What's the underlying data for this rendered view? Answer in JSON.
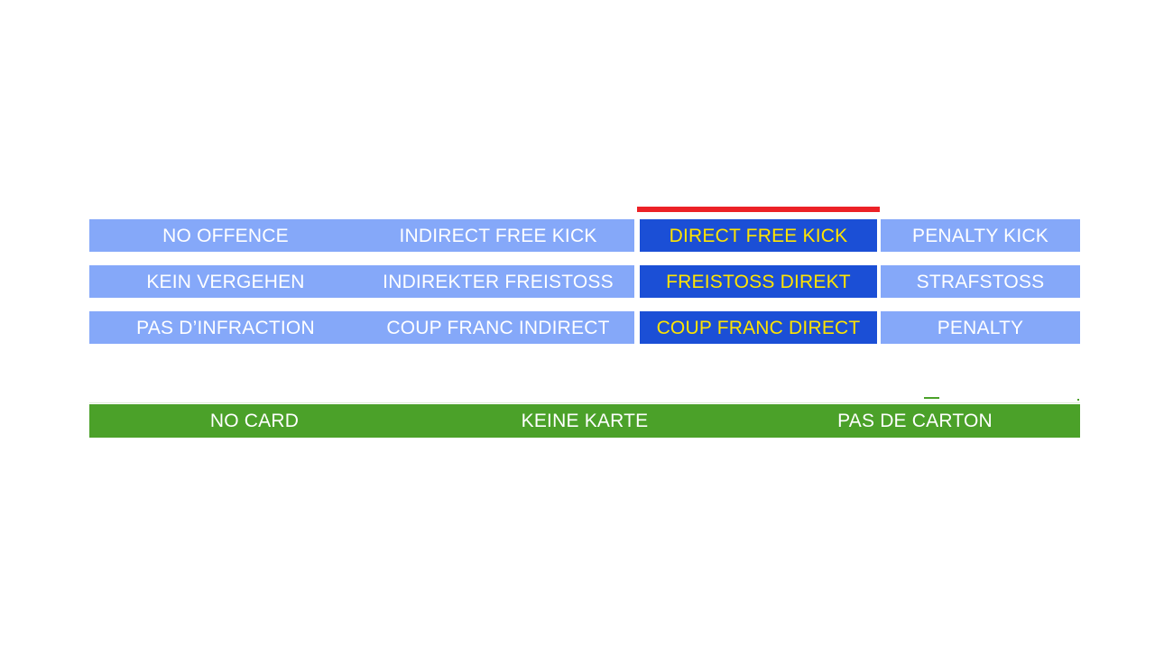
{
  "colors": {
    "background": "#ffffff",
    "light_blue": "#85a8f9",
    "dark_blue": "#1b4fd6",
    "highlight_text": "#ffe400",
    "red_rule": "#ec2227",
    "green": "#4ba129",
    "white_text": "#ffffff"
  },
  "matrix": {
    "rows": [
      {
        "language": "english",
        "no_offence": "NO OFFENCE",
        "indirect_free_kick": "INDIRECT FREE KICK",
        "direct_free_kick": "DIRECT FREE KICK",
        "penalty_kick": "PENALTY KICK"
      },
      {
        "language": "german",
        "no_offence": "KEIN VERGEHEN",
        "indirect_free_kick": "INDIREKTER FREISTOSS",
        "direct_free_kick": "FREISTOSS DIREKT",
        "penalty_kick": "STRAFSTOSS"
      },
      {
        "language": "french",
        "no_offence": "PAS D’INFRACTION",
        "indirect_free_kick": "COUP FRANC INDIRECT",
        "direct_free_kick": "COUP FRANC DIRECT",
        "penalty_kick": "PENALTY"
      }
    ]
  },
  "card_band": {
    "english": "NO CARD",
    "german": "KEINE KARTE",
    "french": "PAS DE CARTON"
  }
}
